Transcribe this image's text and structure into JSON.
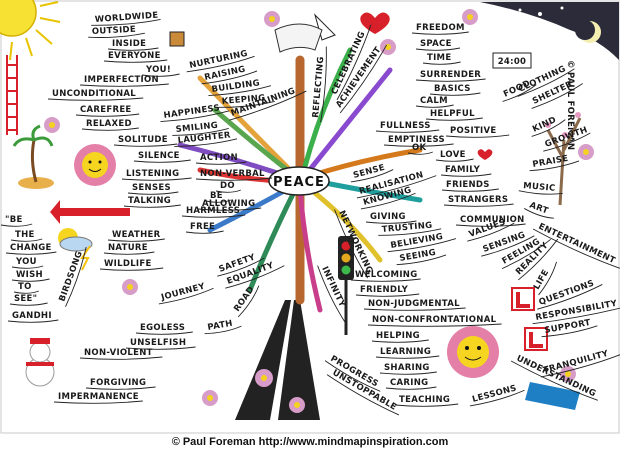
{
  "center_label": "PEACE",
  "credit": "© Paul Foreman http://www.mindmapinspiration.com",
  "signature": "© PAUL FOREMAN",
  "clock": "24:00",
  "words": [
    "WORLDWIDE",
    "OUTSIDE",
    "INSIDE",
    "EVERYONE",
    "YOU!",
    "IMPERFECTION",
    "UNCONDITIONAL",
    "CAREFREE",
    "RELAXED",
    "NURTURING",
    "RAISING",
    "BUILDING",
    "KEEPING",
    "MAINTAINING",
    "HAPPINESS",
    "SMILING",
    "LAUGHTER",
    "SOLITUDE",
    "SILENCE",
    "LISTENING",
    "SENSES",
    "TALKING",
    "ACTION",
    "NON-VERBAL",
    "DO",
    "BE",
    "ALLOWING",
    "HARMLESS",
    "FREE",
    "WEATHER",
    "NATURE",
    "WILDLIFE",
    "BIRDSONG",
    "SAFETY",
    "EQUALITY",
    "JOURNEY",
    "PATH",
    "ROAD",
    "EGOLESS",
    "UNSELFISH",
    "NON-VIOLENT",
    "FORGIVING",
    "IMPERMANENCE",
    "\"BE",
    "THE",
    "CHANGE",
    "YOU",
    "WISH",
    "TO",
    "SEE\"",
    "GANDHI",
    "FREEDOM",
    "SPACE",
    "TIME",
    "SURRENDER",
    "BASICS",
    "FOOD",
    "CLOTHING",
    "SHELTER",
    "CALM",
    "HELPFUL",
    "POSITIVE",
    "KIND",
    "GROWTH",
    "PRAISE",
    "MUSIC",
    "ART",
    "ENTERTAINMENT",
    "FULLNESS",
    "EMPTINESS",
    "OK",
    "LOVE",
    "FAMILY",
    "FRIENDS",
    "STRANGERS",
    "SENSE",
    "REALISATION",
    "KNOWING",
    "GIVING",
    "TRUSTING",
    "BELIEVING",
    "SEEING",
    "COMMUNION",
    "VALUES",
    "SENSING",
    "FEELING",
    "REALITY",
    "LIFE",
    "QUESTIONS",
    "RESPONSIBILITY",
    "SUPPORT",
    "UNDERSTANDING",
    "TRANQUILITY",
    "WELCOMING",
    "FRIENDLY",
    "NON-JUDGMENTAL",
    "NON-CONFRONTATIONAL",
    "HELPING",
    "LEARNING",
    "SHARING",
    "CARING",
    "TEACHING",
    "LESSONS",
    "PROGRESS",
    "UNSTOPPABLE",
    "INFINITY",
    "CELEBRATING",
    "ACHIEVEMENT",
    "REFLECTING",
    "NETWORKING"
  ]
}
